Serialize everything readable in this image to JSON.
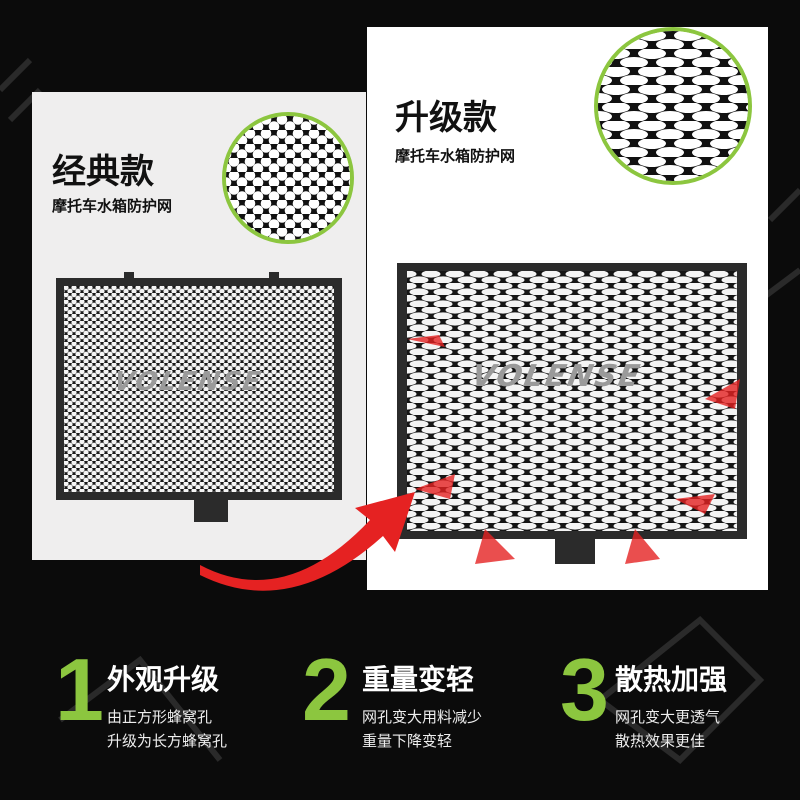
{
  "colors": {
    "accent": "#8cc63f",
    "background": "#0b0b0b",
    "arrow": "#e52222"
  },
  "classic": {
    "title": "经典款",
    "subtitle": "摩托车水箱防护网",
    "logo": "VOLENSE",
    "mesh": "hexagon"
  },
  "upgrade": {
    "title": "升级款",
    "subtitle": "摩托车水箱防护网",
    "logo": "VOLENSE",
    "mesh": "elongated-hexagon"
  },
  "features": [
    {
      "number": "1",
      "title": "外观升级",
      "lines": [
        "由正方形蜂窝孔",
        "升级为长方蜂窝孔"
      ]
    },
    {
      "number": "2",
      "title": "重量变轻",
      "lines": [
        "网孔变大用料减少",
        "重量下降变轻"
      ]
    },
    {
      "number": "3",
      "title": "散热加强",
      "lines": [
        "网孔变大更透气",
        "散热效果更佳"
      ]
    }
  ]
}
